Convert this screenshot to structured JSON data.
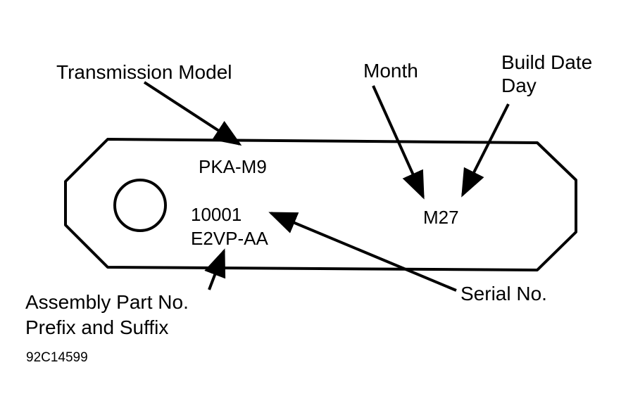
{
  "colors": {
    "ink": "#000000",
    "background": "#ffffff"
  },
  "callouts": {
    "transmission_model": "Transmission Model",
    "month": "Month",
    "build_date_day_line1": "Build Date",
    "build_date_day_line2": "Day",
    "assembly_line1": "Assembly Part No.",
    "assembly_line2": "Prefix and Suffix",
    "serial_no": "Serial No."
  },
  "plate": {
    "model": "PKA-M9",
    "serial": "10001",
    "part_no": "E2VP-AA",
    "date_code": "M27"
  },
  "figure_code": "92C14599"
}
